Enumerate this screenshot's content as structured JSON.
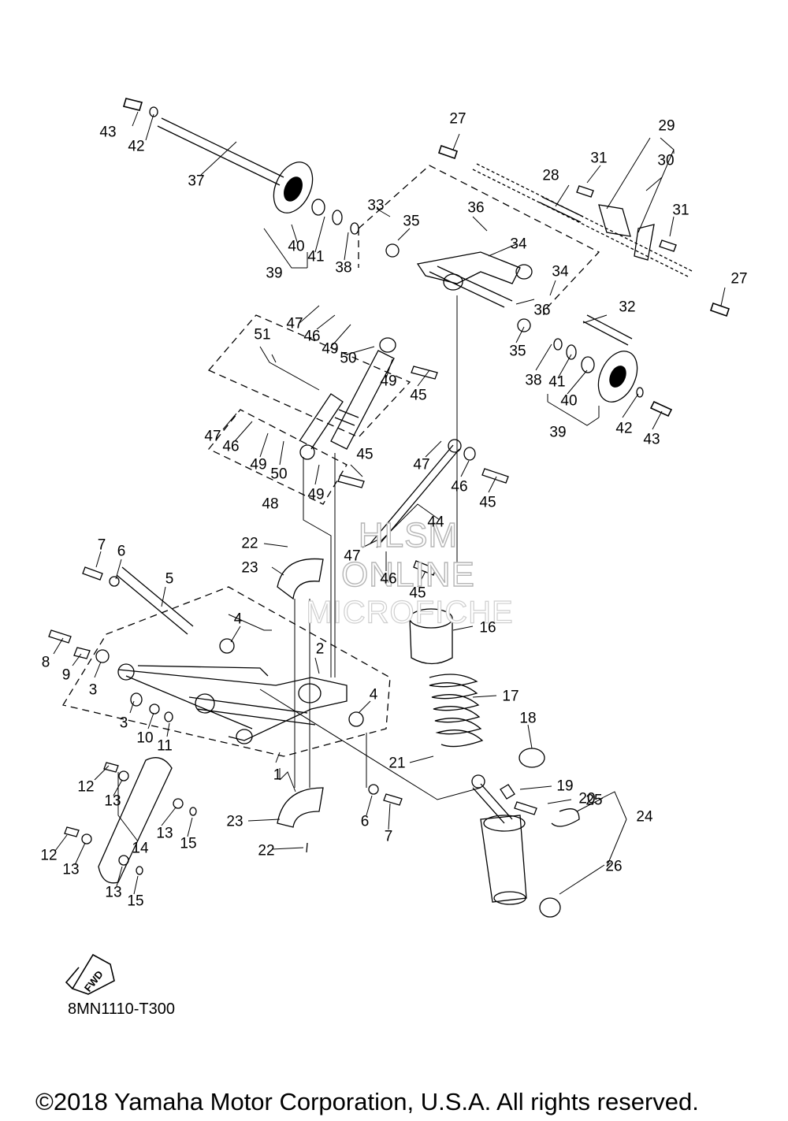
{
  "watermark": {
    "line1": "HLSM",
    "line2": "ONLINE",
    "line3": "MICROFICHE"
  },
  "fwd_label": "FWD",
  "diagram_code": "8MN1110-T300",
  "copyright": "©2018 Yamaha Motor Corporation, U.S.A. All rights reserved.",
  "callouts": [
    "43",
    "42",
    "37",
    "40",
    "41",
    "38",
    "39",
    "27",
    "28",
    "29",
    "30",
    "31",
    "31",
    "27",
    "33",
    "35",
    "36",
    "34",
    "34",
    "36",
    "32",
    "35",
    "38",
    "41",
    "40",
    "39",
    "42",
    "43",
    "47",
    "46",
    "49",
    "51",
    "50",
    "49",
    "45",
    "47",
    "46",
    "49",
    "50",
    "48",
    "49",
    "45",
    "47",
    "46",
    "45",
    "44",
    "47",
    "46",
    "45",
    "22",
    "23",
    "7",
    "6",
    "5",
    "4",
    "2",
    "8",
    "9",
    "3",
    "3",
    "10",
    "11",
    "4",
    "1",
    "16",
    "17",
    "18",
    "21",
    "19",
    "20",
    "25",
    "24",
    "26",
    "12",
    "13",
    "13",
    "15",
    "12",
    "13",
    "13",
    "14",
    "15",
    "6",
    "7",
    "23",
    "22"
  ]
}
